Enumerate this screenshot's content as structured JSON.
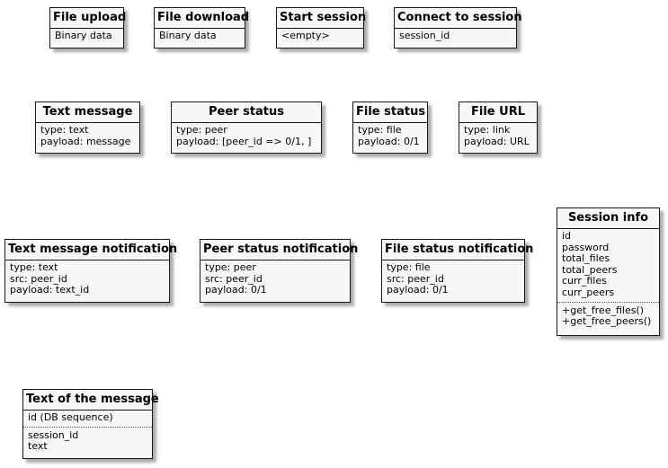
{
  "boxes": {
    "file_upload": {
      "title": "File upload",
      "fields": [
        "Binary data"
      ]
    },
    "file_download": {
      "title": "File download",
      "fields": [
        "Binary data"
      ]
    },
    "start_session": {
      "title": "Start session",
      "fields": [
        "<empty>"
      ]
    },
    "connect_session": {
      "title": "Connect to session",
      "fields": [
        "session_id"
      ]
    },
    "text_message": {
      "title": "Text message",
      "fields": [
        "type: text",
        "payload: message"
      ]
    },
    "peer_status": {
      "title": "Peer status",
      "fields": [
        "type: peer",
        "payload: [peer_id => 0/1, ]"
      ]
    },
    "file_status": {
      "title": "File status",
      "fields": [
        "type: file",
        "payload: 0/1"
      ]
    },
    "file_url": {
      "title": "File URL",
      "fields": [
        "type: link",
        "payload: URL"
      ]
    },
    "text_message_notification": {
      "title": "Text message notification",
      "fields": [
        "type: text",
        "src: peer_id",
        "payload: text_id"
      ]
    },
    "peer_status_notification": {
      "title": "Peer status notification",
      "fields": [
        "type: peer",
        "src: peer_id",
        "payload: 0/1"
      ]
    },
    "file_status_notification": {
      "title": "File status notification",
      "fields": [
        "type: file",
        "src: peer_id",
        "payload: 0/1"
      ]
    },
    "session_info": {
      "title": "Session info",
      "fields": [
        "id",
        "password",
        "total_files",
        "total_peers",
        "curr_files",
        "curr_peers"
      ],
      "methods": [
        "+get_free_files()",
        "+get_free_peers()"
      ]
    },
    "text_of_message": {
      "title": "Text of the message",
      "key_fields": [
        "id (DB sequence)"
      ],
      "fields": [
        "session_id",
        "text"
      ]
    }
  }
}
